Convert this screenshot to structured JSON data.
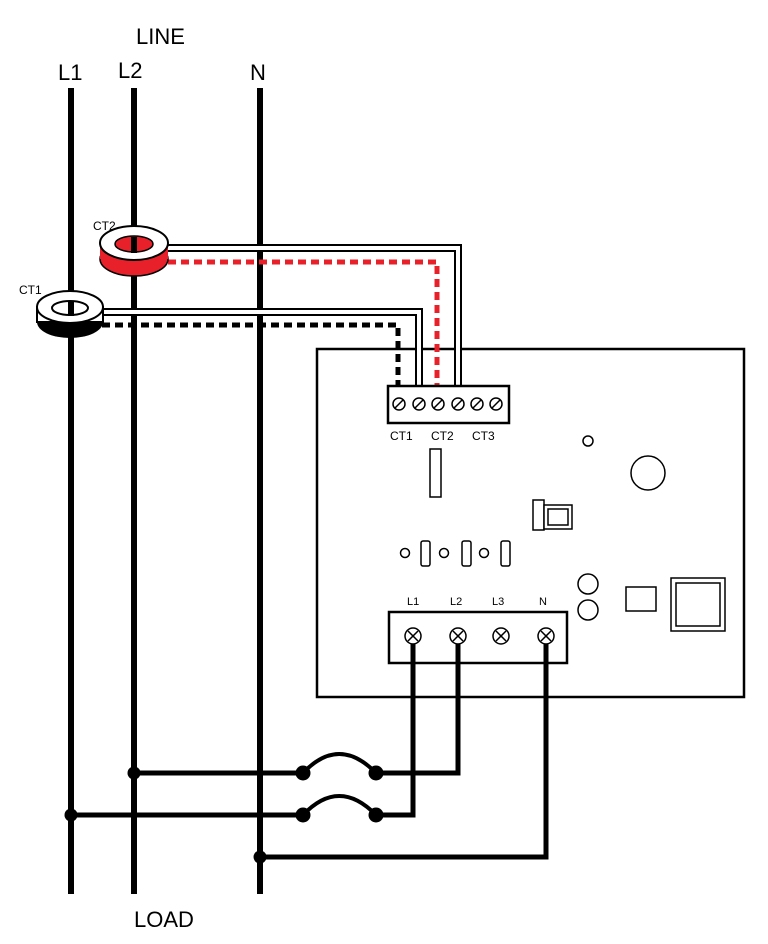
{
  "labels": {
    "line": "LINE",
    "load": "LOAD",
    "wire_l1": "L1",
    "wire_l2": "L2",
    "wire_n": "N"
  },
  "ct_sensors": {
    "ct1": {
      "label": "CT1",
      "color": "#000000"
    },
    "ct2": {
      "label": "CT2",
      "color": "#e8202a"
    }
  },
  "meter": {
    "ct_terminals": [
      "CT1",
      "CT2",
      "CT3"
    ],
    "power_terminals": [
      "L1",
      "L2",
      "L3",
      "N"
    ]
  },
  "colors": {
    "wire": "#000000",
    "ct2_accent": "#e8202a"
  }
}
